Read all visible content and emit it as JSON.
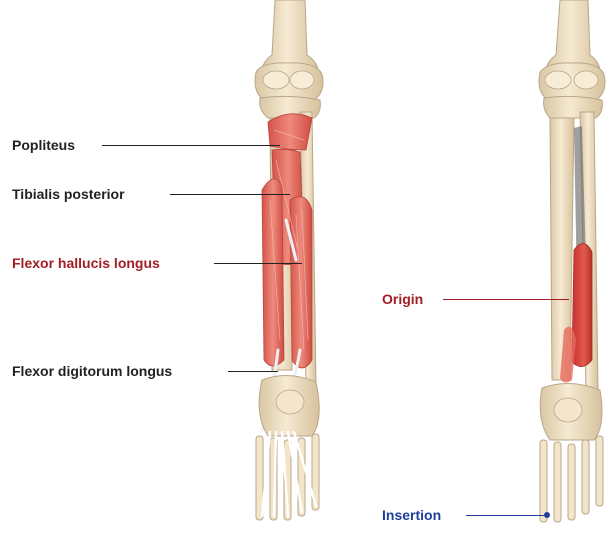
{
  "labels": {
    "popliteus": "Popliteus",
    "tibialis_posterior": "Tibialis posterior",
    "flexor_hallucis_longus": "Flexor hallucis longus",
    "flexor_digitorum_longus": "Flexor digitorum longus",
    "origin": "Origin",
    "insertion": "Insertion"
  },
  "colors": {
    "text_default": "#222222",
    "highlight_red": "#a31d24",
    "highlight_blue": "#1f3f9c",
    "bone": "#f1e3c6",
    "bone_outline": "#b9a68a",
    "muscle": "#e0695c",
    "muscle_dark": "#c93a32"
  }
}
